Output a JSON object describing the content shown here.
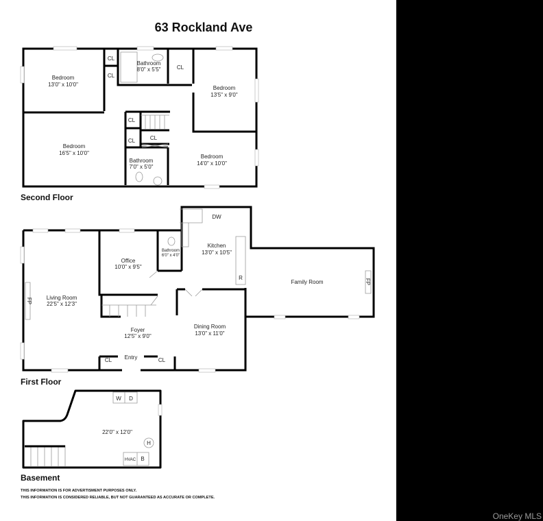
{
  "title": "63 Rockland Ave",
  "watermark": "OneKey MLS",
  "second_floor": {
    "label": "Second Floor",
    "rooms": [
      {
        "name": "Bedroom",
        "size": "13'0\" x 10'0\""
      },
      {
        "name": "Bathroom",
        "size": "8'0\" x 5'5\""
      },
      {
        "name": "Bedroom",
        "size": "13'5\" x 9'0\""
      },
      {
        "name": "Bedroom",
        "size": "16'5\" x 10'0\""
      },
      {
        "name": "Bathroom",
        "size": "7'0\" x 5'0\""
      },
      {
        "name": "Bedroom",
        "size": "14'0\" x 10'0\""
      }
    ],
    "closets": [
      "CL",
      "CL",
      "CL",
      "CL",
      "CL",
      "CL"
    ]
  },
  "first_floor": {
    "label": "First Floor",
    "rooms": [
      {
        "name": "Living Room",
        "size": "22'5\" x 12'3\""
      },
      {
        "name": "Office",
        "size": "10'0\" x 9'5\""
      },
      {
        "name": "Bathroom",
        "size": "6'0\" x 4'0\""
      },
      {
        "name": "Kitchen",
        "size": "13'0\" x 10'5\""
      },
      {
        "name": "Family Room",
        "size": ""
      },
      {
        "name": "Foyer",
        "size": "12'5\" x 9'0\""
      },
      {
        "name": "Dining Room",
        "size": "13'0\" x 11'0\""
      }
    ],
    "fixtures": {
      "fp1": "FP",
      "fp2": "FP",
      "dw": "DW",
      "r": "R",
      "entry": "Entry",
      "cl1": "CL",
      "cl2": "CL"
    }
  },
  "basement": {
    "label": "Basement",
    "size": "22'0\" x 12'0\"",
    "fixtures": {
      "w": "W",
      "d": "D",
      "h": "H",
      "hvac": "HVAC",
      "b": "B"
    }
  },
  "disclaimers": [
    "THIS INFORMATION IS FOR ADVERTISMENT PURPOSES ONLY.",
    "THIS INFORMATION IS CONSIDERED RELIABLE, BUT NOT GUARANTEED AS ACCURATE OR COMPLETE."
  ]
}
